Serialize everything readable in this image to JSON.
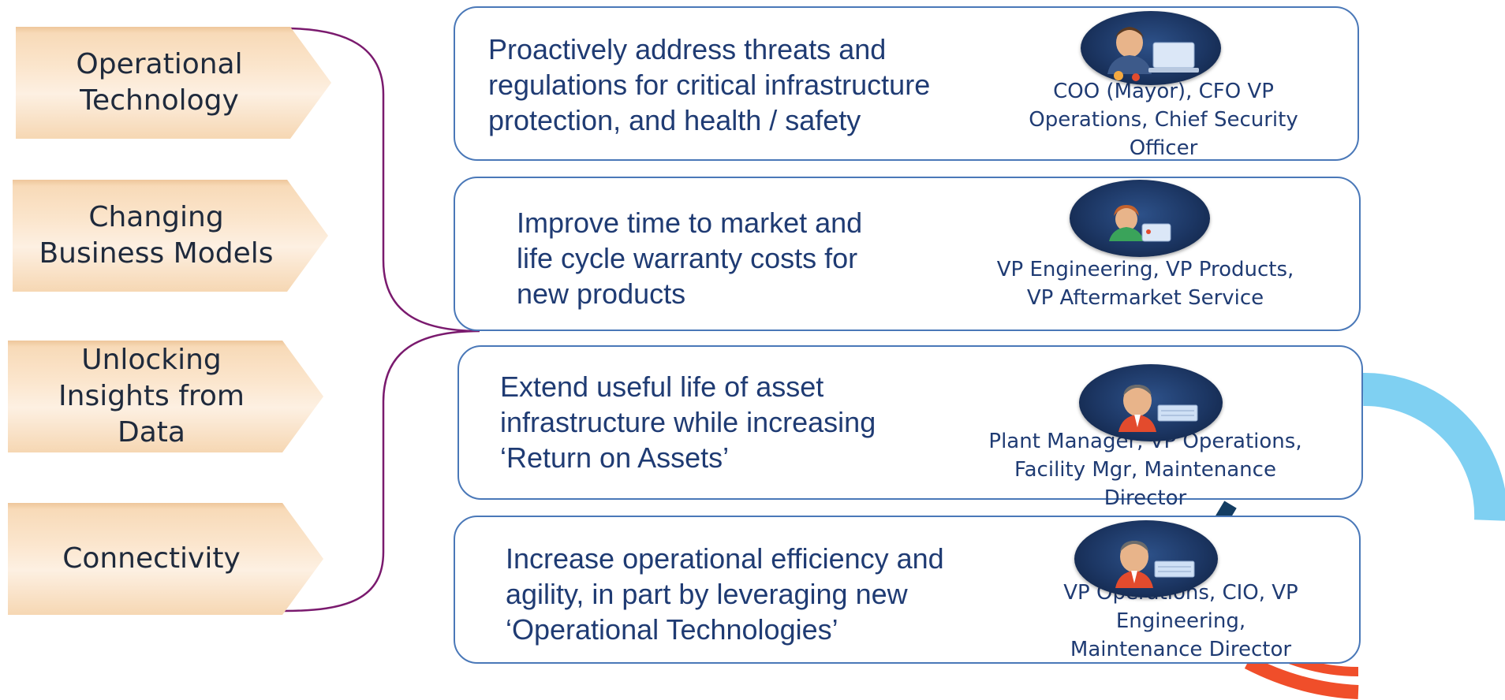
{
  "categories": [
    {
      "label": "Operational Technology"
    },
    {
      "label": "Changing Business Models"
    },
    {
      "label": "Unlocking Insights from Data"
    },
    {
      "label": "Connectivity"
    }
  ],
  "panels": [
    {
      "text": "Proactively address threats and regulations for critical infrastructure protection, and health / safety",
      "roles": "COO (Mayor), CFO VP Operations, Chief Security Officer",
      "avatar_icon": "executive-at-laptop-icon"
    },
    {
      "text": "Improve time to market and life cycle warranty costs for new products",
      "roles": "VP Engineering,  VP Products, VP Aftermarket Service",
      "avatar_icon": "engineer-with-monitor-icon"
    },
    {
      "text": "Extend useful life of asset infrastructure while increasing ‘Return on Assets’",
      "roles": "Plant Manager, VP Operations, Facility Mgr, Maintenance Director",
      "avatar_icon": "manager-with-keyboard-icon"
    },
    {
      "text": "Increase operational efficiency and agility, in part by leveraging new ‘Operational Technologies’",
      "roles": "VP Operations, CIO, VP Engineering, Maintenance Director",
      "avatar_icon": "operator-with-keyboard-icon"
    }
  ],
  "colors": {
    "bracket": "#7a1a6e",
    "panel_border": "#4a78b8",
    "text": "#1f3b73",
    "arc_blue": "#7fd0f2",
    "arc_navy": "#143d62",
    "arc_red": "#f04e2a"
  }
}
